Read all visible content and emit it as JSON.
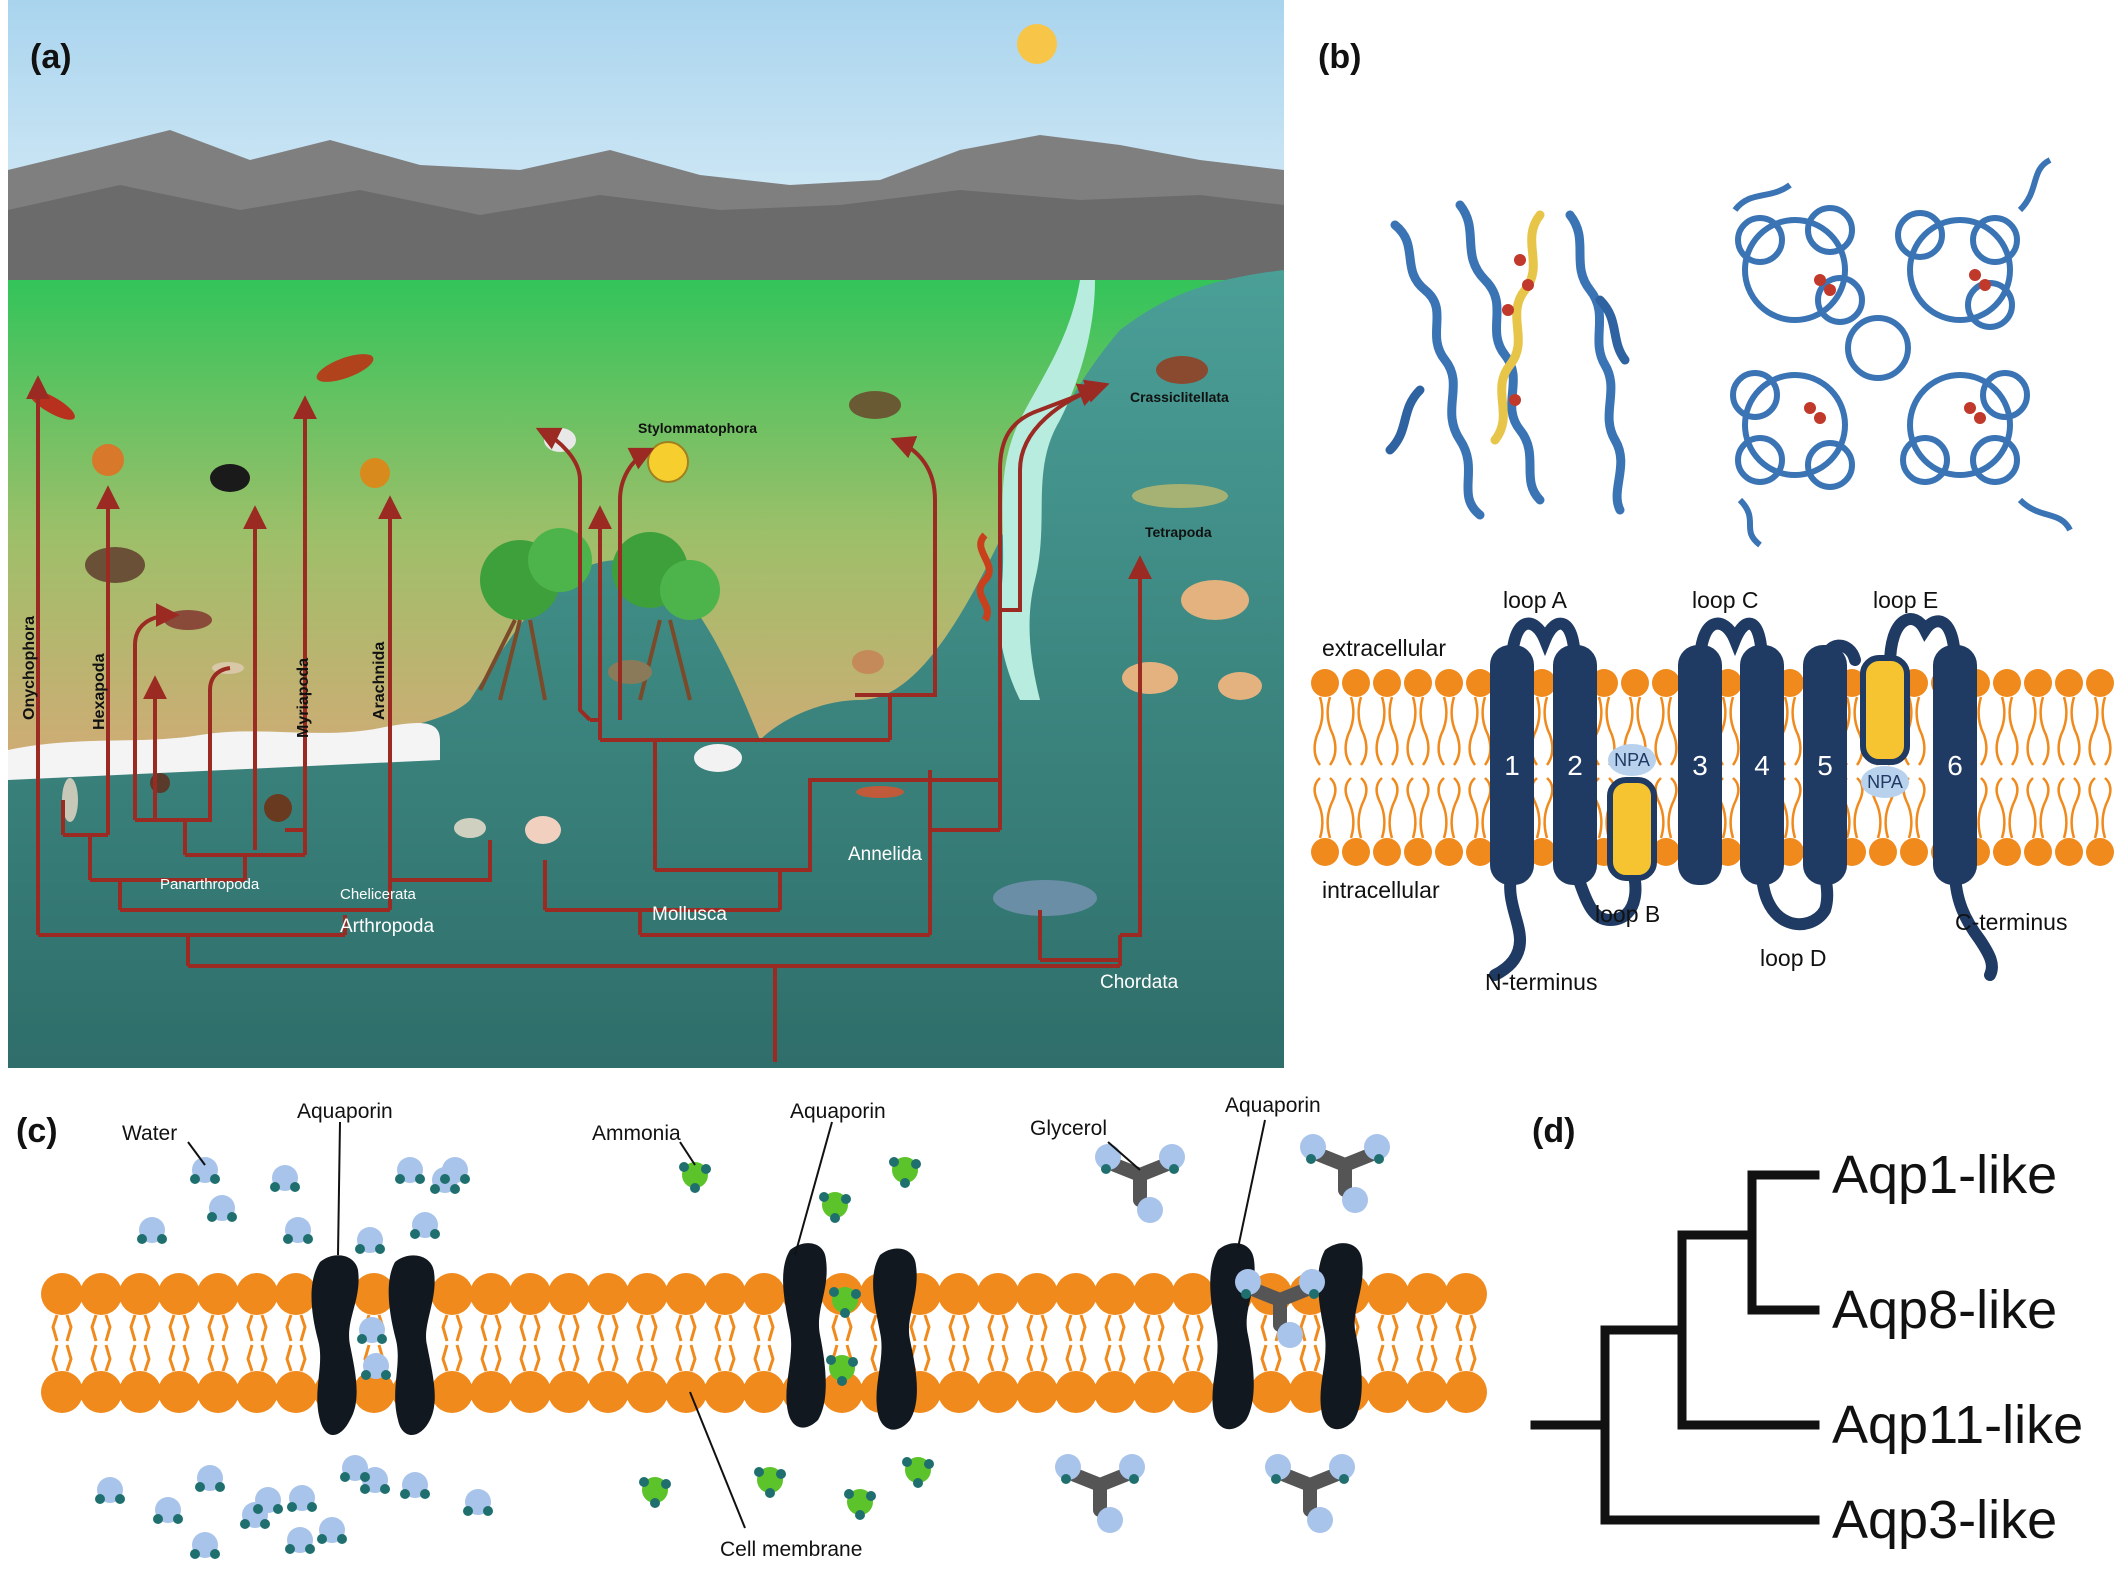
{
  "panels": {
    "a": "(a)",
    "b": "(b)",
    "c": "(c)",
    "d": "(d)"
  },
  "panel_a": {
    "taxa_vertical": [
      "Onychophora",
      "Hexapoda",
      "Myriapoda",
      "Arachnida"
    ],
    "clades": {
      "panarthropoda": "Panarthropoda",
      "chelicerata": "Chelicerata",
      "arthropoda": "Arthropoda",
      "mollusca": "Mollusca",
      "annelida": "Annelida",
      "chordata": "Chordata"
    },
    "tips": {
      "stylommatophora": "Stylommatophora",
      "crassiclitellata": "Crassiclitellata",
      "tetrapoda": "Tetrapoda"
    },
    "colors": {
      "sky": "#c9e6f3",
      "mountains": "#8a8a8a",
      "land_green": "#3fbf5a",
      "sand": "#d9b07a",
      "sea": "#3e8f88",
      "tree_line": "#9a2a22"
    }
  },
  "panel_b": {
    "extracellular": "extracellular",
    "intracellular": "intracellular",
    "loops": [
      "loop A",
      "loop B",
      "loop C",
      "loop D",
      "loop E"
    ],
    "helices": [
      "1",
      "2",
      "3",
      "4",
      "5",
      "6"
    ],
    "npa": "NPA",
    "n_terminus": "N-terminus",
    "c_terminus": "C-terminus",
    "colors": {
      "helix": "#1f3a63",
      "npa_helix": "#f6c431",
      "lipid": "#f08a1c",
      "protein_ribbon": "#3a74b4"
    }
  },
  "panel_c": {
    "water": "Water",
    "ammonia": "Ammonia",
    "glycerol": "Glycerol",
    "aquaporin_labels": [
      "Aquaporin",
      "Aquaporin",
      "Aquaporin"
    ],
    "cell_membrane": "Cell membrane",
    "colors": {
      "lipid": "#f08a1c",
      "channel": "#111820",
      "water": "#a8c4ea",
      "ammonia": "#5cc32a",
      "glycerol": "#555555",
      "atom": "#1f6f6f"
    }
  },
  "panel_d": {
    "leaves": [
      "Aqp1-like",
      "Aqp8-like",
      "Aqp11-like",
      "Aqp3-like"
    ]
  }
}
